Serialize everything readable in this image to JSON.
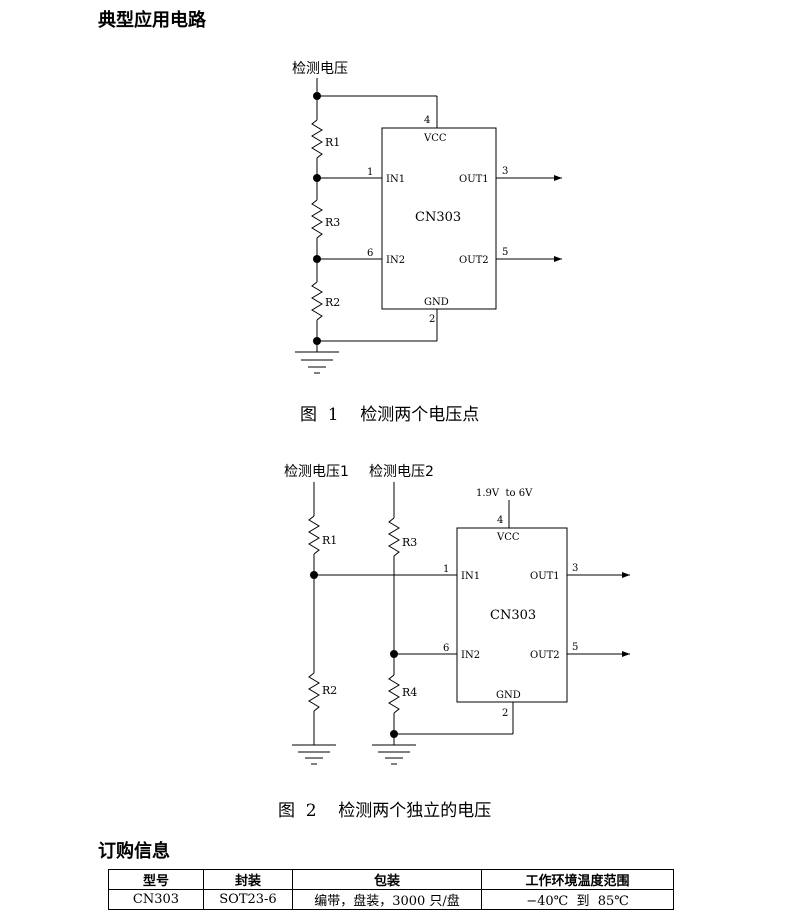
{
  "headings": {
    "typical": "典型应用电路",
    "ordering": "订购信息"
  },
  "fig1": {
    "caption": "图  1    检测两个电压点",
    "input_label": "检测电压",
    "chip": "CN303",
    "pins": {
      "vcc": "VCC",
      "gnd": "GND",
      "in1": "IN1",
      "in2": "IN2",
      "out1": "OUT1",
      "out2": "OUT2"
    },
    "pin_numbers": {
      "vcc": "4",
      "gnd": "2",
      "in1": "1",
      "in2": "6",
      "out1": "3",
      "out2": "5"
    },
    "resistors": [
      "R1",
      "R3",
      "R2"
    ]
  },
  "fig2": {
    "caption": "图  2    检测两个独立的电压",
    "input_label_1": "检测电压1",
    "input_label_2": "检测电压2",
    "supply": "1.9V  to 6V",
    "chip": "CN303",
    "pins": {
      "vcc": "VCC",
      "gnd": "GND",
      "in1": "IN1",
      "in2": "IN2",
      "out1": "OUT1",
      "out2": "OUT2"
    },
    "pin_numbers": {
      "vcc": "4",
      "gnd": "2",
      "in1": "1",
      "in2": "6",
      "out1": "3",
      "out2": "5"
    },
    "resistors": [
      "R1",
      "R2",
      "R3",
      "R4"
    ]
  },
  "ordering_table": {
    "headers": [
      "型号",
      "封装",
      "包装",
      "工作环境温度范围"
    ],
    "rows": [
      [
        "CN303",
        "SOT23-6",
        "编带，盘装，3000 只/盘",
        "−40℃  到  85℃"
      ]
    ]
  }
}
